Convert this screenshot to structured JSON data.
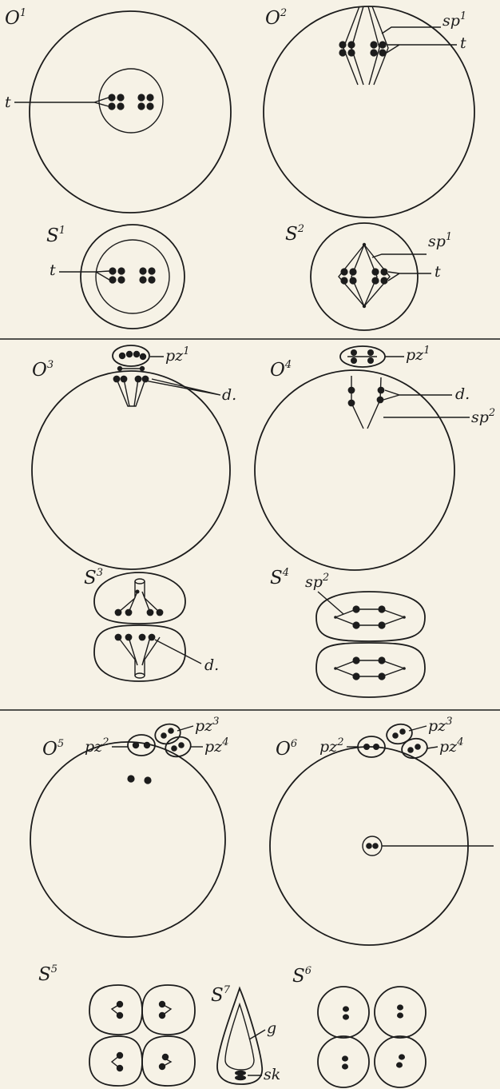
{
  "panels": {
    "O1": {
      "label": "O",
      "sup": "1",
      "t": "t"
    },
    "O2": {
      "label": "O",
      "sup": "2",
      "sp": "sp",
      "sp_sup": "1",
      "t": "t"
    },
    "S1": {
      "label": "S",
      "sup": "1",
      "t": "t"
    },
    "S2": {
      "label": "S",
      "sup": "2",
      "sp": "sp",
      "sp_sup": "1",
      "t": "t"
    },
    "O3": {
      "label": "O",
      "sup": "3",
      "pz": "pz",
      "pz_sup": "1",
      "d": "d."
    },
    "O4": {
      "label": "O",
      "sup": "4",
      "pz": "pz",
      "pz_sup": "1",
      "d": "d.",
      "sp": "sp",
      "sp_sup": "2"
    },
    "S3": {
      "label": "S",
      "sup": "3",
      "d": "d."
    },
    "S4": {
      "label": "S",
      "sup": "4",
      "sp": "sp",
      "sp_sup": "2"
    },
    "O5": {
      "label": "O",
      "sup": "5",
      "pz2": "pz",
      "pz2_sup": "2",
      "pz3": "pz",
      "pz3_sup": "3",
      "pz4": "pz",
      "pz4_sup": "4"
    },
    "O6": {
      "label": "O",
      "sup": "6",
      "pz2": "pz",
      "pz2_sup": "2",
      "pz3": "pz",
      "pz3_sup": "3",
      "pz4": "pz",
      "pz4_sup": "4"
    },
    "S5": {
      "label": "S",
      "sup": "5"
    },
    "S7": {
      "label": "S",
      "sup": "7",
      "g": "g",
      "sk": "sk"
    },
    "S6": {
      "label": "S",
      "sup": "6"
    }
  }
}
